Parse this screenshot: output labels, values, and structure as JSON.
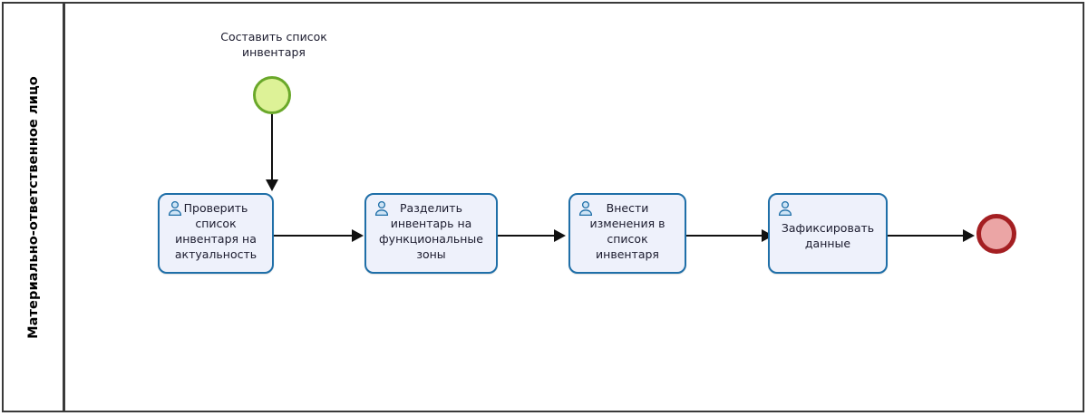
{
  "diagram": {
    "type": "bpmn-process",
    "lane": {
      "label": "Материально-ответственное лицо"
    },
    "start_event": {
      "name": "start-event",
      "label": "Составить список инвентаря",
      "fill": "#ddf297",
      "stroke": "#6aa82a"
    },
    "end_event": {
      "name": "end-event",
      "label": "",
      "fill": "#eba5a5",
      "stroke": "#a41f22"
    },
    "tasks": [
      {
        "id": "task-1",
        "label": "Проверить список инвентаря на актуальность",
        "icon": "user-task-icon",
        "icon_position": "inline"
      },
      {
        "id": "task-2",
        "label": "Разделить инвентарь на функциональные зоны",
        "icon": "user-task-icon",
        "icon_position": "inline"
      },
      {
        "id": "task-3",
        "label": "Внести изменения в список инвентаря",
        "icon": "user-task-icon",
        "icon_position": "inline"
      },
      {
        "id": "task-4",
        "label": "Зафиксировать данные",
        "icon": "user-task-icon",
        "icon_position": "above"
      }
    ],
    "colors": {
      "task_fill": "#eef1fb",
      "task_stroke": "#1f6fa8",
      "connector": "#111111",
      "lane_border": "#3a3a3a",
      "text": "#1b1b2e"
    }
  }
}
